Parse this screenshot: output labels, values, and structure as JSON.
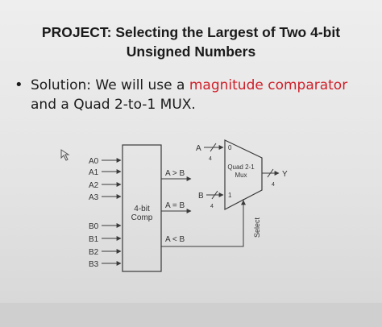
{
  "slide": {
    "title_line1": "PROJECT: Selecting the Largest of Two 4-bit",
    "title_line2": "Unsigned Numbers",
    "bullet_prefix": "Solution: We will use a ",
    "bullet_highlight": "magnitude comparator",
    "bullet_line2": "and a Quad 2-to-1 MUX."
  },
  "diagram": {
    "a_inputs": [
      "A0",
      "A1",
      "A2",
      "A3"
    ],
    "b_inputs": [
      "B0",
      "B1",
      "B2",
      "B3"
    ],
    "comparator_label_1": "4-bit",
    "comparator_label_2": "Comp",
    "out_gt": "A > B",
    "out_eq": "A = B",
    "out_lt": "A < B",
    "bus_a_label": "A",
    "bus_b_label": "B",
    "bus_width_a": "4",
    "bus_width_b": "4",
    "bus_width_y": "4",
    "mux_in0": "0",
    "mux_in1": "1",
    "mux_label_1": "Quad 2-1",
    "mux_label_2": "Mux",
    "output_label": "Y",
    "select_label": "Select"
  },
  "colors": {
    "highlight": "#d0202a",
    "wire": "#3a3a3a",
    "mux_port": "#d06030"
  }
}
